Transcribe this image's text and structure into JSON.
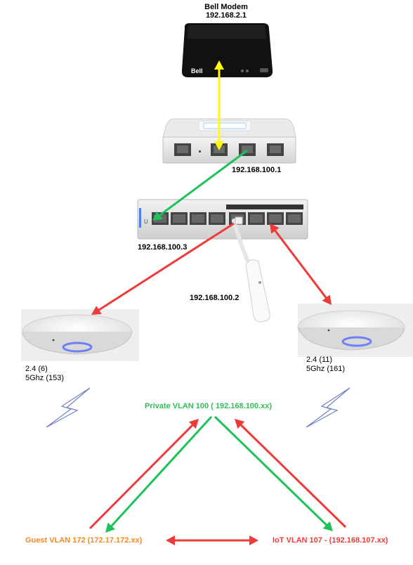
{
  "modem": {
    "name": "Bell Modem",
    "ip": "192.168.2.1",
    "brand": "Bell"
  },
  "gateway": {
    "ip": "192.168.100.1"
  },
  "switch": {
    "ip": "192.168.100.3"
  },
  "poe_adapter": {
    "ip": "192.168.100.2"
  },
  "ap_left": {
    "band_24": "2.4 (6)",
    "band_5": "5Ghz (153)"
  },
  "ap_right": {
    "band_24": "2.4 (11)",
    "band_5": "5Ghz (161)"
  },
  "vlans": {
    "private": "Private VLAN  100 ( 192.168.100.xx)",
    "guest": "Guest VLAN  172 (172.17.172.xx)",
    "iot": "IoT VLAN 107 - (192.168.107.xx)"
  },
  "colors": {
    "yellow": "#ffff00",
    "green": "#1fc25a",
    "red": "#ef3a3a",
    "private_text": "#2fbf57",
    "guest_text": "#f5891f",
    "iot_text": "#ef3a3a",
    "lightning": "#9aa9cf"
  }
}
